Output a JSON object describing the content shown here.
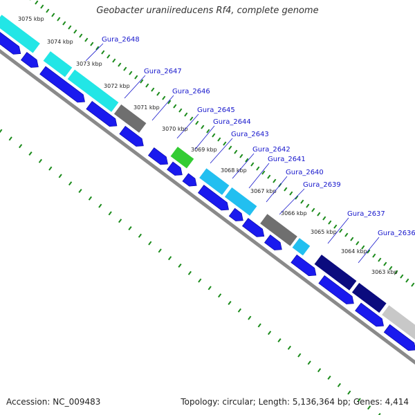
{
  "title": "Geobacter uraniireducens Rf4, complete genome",
  "footer": {
    "accession": "Accession: NC_009483",
    "summary": "Topology: circular; Length: 5,136,364 bp; Genes: 4,414"
  },
  "colors": {
    "cds_blue": "#1a1aee",
    "cyan": "#22e6e6",
    "light_blue": "#22bff0",
    "gray": "#6f6f6f",
    "light_gray": "#c8c8c8",
    "green": "#33cc33",
    "navy": "#0b0b7e",
    "tick_green": "#1a8a1a",
    "backbone": "#8a8a8a",
    "label_line": "#1515cc"
  },
  "scale_labels": [
    "3075 kbp",
    "3074 kbp",
    "3073 kbp",
    "3072 kbp",
    "3071 kbp",
    "3070 kbp",
    "3069 kbp",
    "3068 kbp",
    "3067 kbp",
    "3066 kbp",
    "3065 kbp",
    "3064 kbp",
    "3063 kbp"
  ],
  "gene_labels": [
    "Gura_2648",
    "Gura_2647",
    "Gura_2646",
    "Gura_2645",
    "Gura_2644",
    "Gura_2643",
    "Gura_2642",
    "Gura_2641",
    "Gura_2640",
    "Gura_2639",
    "Gura_2637",
    "Gura_2636"
  ]
}
